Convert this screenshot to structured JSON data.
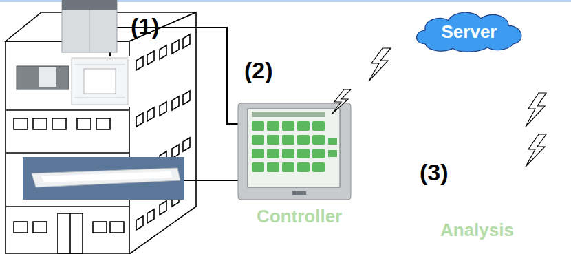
{
  "diagram": {
    "nodes": [
      {
        "text": [
          "Server"
        ]
      }
    ],
    "labels": [
      "(1)",
      "(2)",
      "Controller",
      "(3)",
      "Analysis"
    ]
  }
}
